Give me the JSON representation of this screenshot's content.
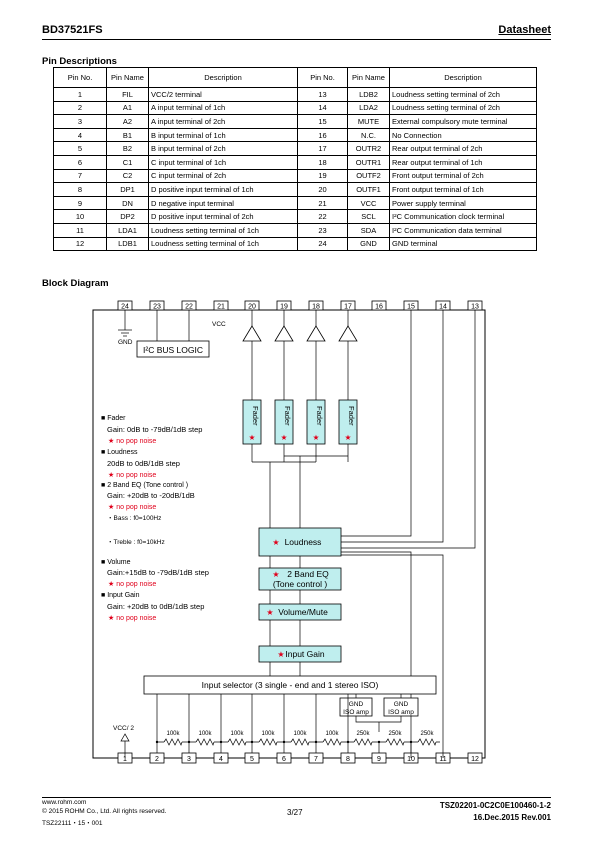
{
  "header": {
    "part_number": "BD37521FS",
    "doc_type": "Datasheet"
  },
  "pin_section": {
    "title": "Pin Descriptions",
    "columns": [
      "Pin No.",
      "Pin Name",
      "Description",
      "Pin No.",
      "Pin Name",
      "Description"
    ],
    "rows": [
      [
        "1",
        "FIL",
        "VCC/2 terminal",
        "13",
        "LDB2",
        "Loudness setting terminal of 2ch"
      ],
      [
        "2",
        "A1",
        "A input terminal of 1ch",
        "14",
        "LDA2",
        "Loudness setting terminal of 2ch"
      ],
      [
        "3",
        "A2",
        "A input terminal of 2ch",
        "15",
        "MUTE",
        "External compulsory mute terminal"
      ],
      [
        "4",
        "B1",
        "B input terminal of 1ch",
        "16",
        "N.C.",
        "No Connection"
      ],
      [
        "5",
        "B2",
        "B input terminal of 2ch",
        "17",
        "OUTR2",
        "Rear output terminal of 2ch"
      ],
      [
        "6",
        "C1",
        "C input terminal of 1ch",
        "18",
        "OUTR1",
        "Rear output terminal of 1ch"
      ],
      [
        "7",
        "C2",
        "C input terminal of 2ch",
        "19",
        "OUTF2",
        "Front output terminal of 2ch"
      ],
      [
        "8",
        "DP1",
        "D positive input terminal of 1ch",
        "20",
        "OUTF1",
        "Front output terminal of 1ch"
      ],
      [
        "9",
        "DN",
        "D negative input terminal",
        "21",
        "VCC",
        "Power supply terminal"
      ],
      [
        "10",
        "DP2",
        "D positive input terminal of 2ch",
        "22",
        "SCL",
        "I²C Communication clock terminal"
      ],
      [
        "11",
        "LDA1",
        "Loudness setting terminal of 1ch",
        "23",
        "SDA",
        "I²C Communication data terminal"
      ],
      [
        "12",
        "LDB1",
        "Loudness setting terminal of 1ch",
        "24",
        "GND",
        "GND terminal"
      ]
    ]
  },
  "block_diagram": {
    "title": "Block Diagram",
    "top_pins": [
      "24",
      "23",
      "22",
      "21",
      "20",
      "19",
      "18",
      "17",
      "16",
      "15",
      "14",
      "13"
    ],
    "bottom_pins": [
      "1",
      "2",
      "3",
      "4",
      "5",
      "6",
      "7",
      "8",
      "9",
      "10",
      "11",
      "12"
    ],
    "gnd_label": "GND",
    "vcc_label": "VCC",
    "i2c_label": "I²C BUS LOGIC",
    "fader_label": "Fader",
    "blocks": {
      "loudness": "Loudness",
      "eq_line1": "2 Band EQ",
      "eq_line2": "(Tone control )",
      "volume": "Volume/Mute",
      "input_gain": "Input Gain",
      "input_selector": "Input selector (3 single - end and 1 stereo ISO)"
    },
    "iso_amp_line1": "GND",
    "iso_amp_line2": "ISO amp",
    "vcc2_label": "VCC/ 2",
    "resistors": [
      "100k",
      "100k",
      "100k",
      "100k",
      "100k",
      "100k",
      "250k",
      "250k",
      "250k"
    ],
    "specs": {
      "fader_title": "Fader",
      "fader_range": "Gain: 0dB to -79dB/1dB step",
      "no_pop": "no pop noise",
      "loudness_title": "Loudness",
      "loudness_range": "20dB to 0dB/1dB step",
      "eq_title": "2 Band EQ (Tone control )",
      "eq_range": "Gain: +20dB to -20dB/1dB",
      "bass": "・Bass : f0=100Hz",
      "treble": "・Treble : f0=10kHz",
      "volume_title": "Volume",
      "volume_range": "Gain:+15dB to -79dB/1dB step",
      "input_gain_title": "Input Gain",
      "input_gain_range": "Gain: +20dB to 0dB/1dB step"
    }
  },
  "footer": {
    "url": "www.rohm.com",
    "copyright": "© 2015 ROHM Co., Ltd. All rights reserved.",
    "code": "TSZ22111・15・001",
    "page": "3/27",
    "doc_number": "TSZ02201-0C2C0E100460-1-2",
    "date_rev": "16.Dec.2015 Rev.001"
  }
}
